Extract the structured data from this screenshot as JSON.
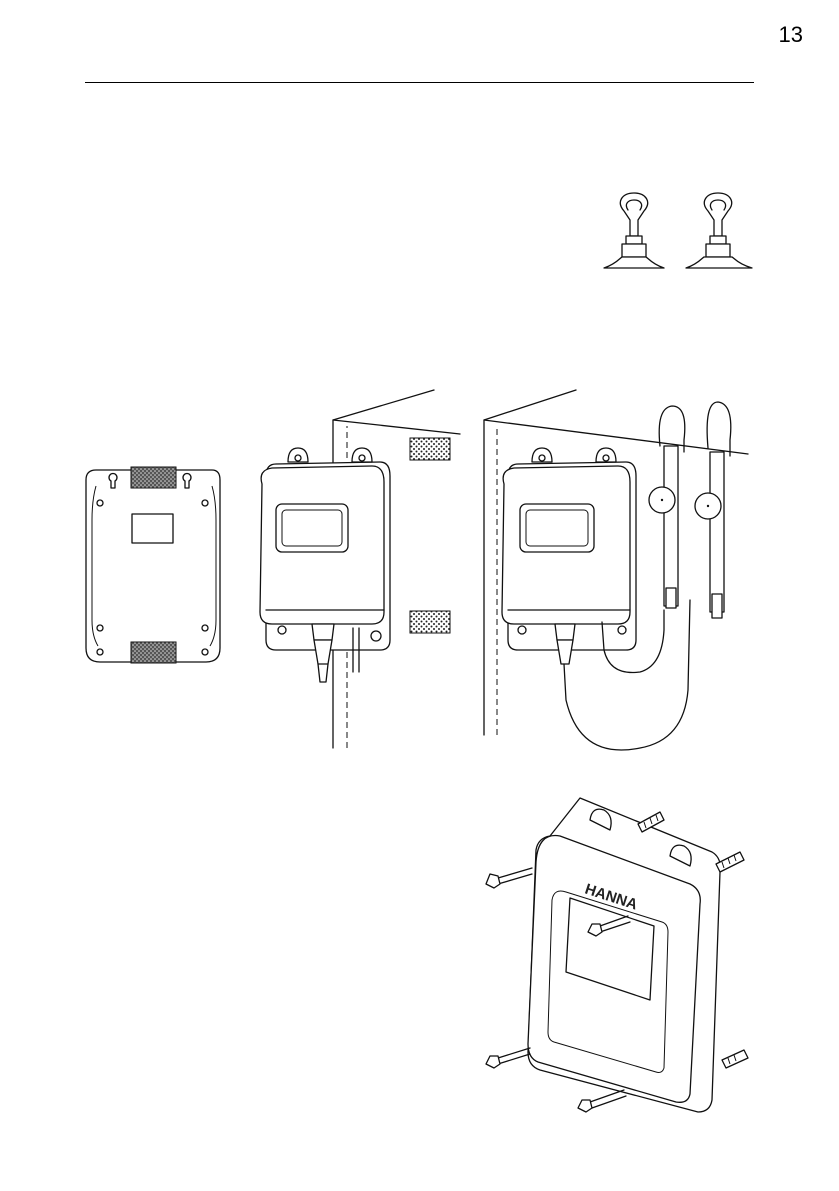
{
  "page": {
    "number": "13"
  },
  "illustrations": {
    "suction_clips": {
      "count": 2
    },
    "meter_back_view": {
      "velcro_strips": 2,
      "screw_holes": 4,
      "keyhole_slots": 2
    },
    "logo_text": "HANNA"
  }
}
